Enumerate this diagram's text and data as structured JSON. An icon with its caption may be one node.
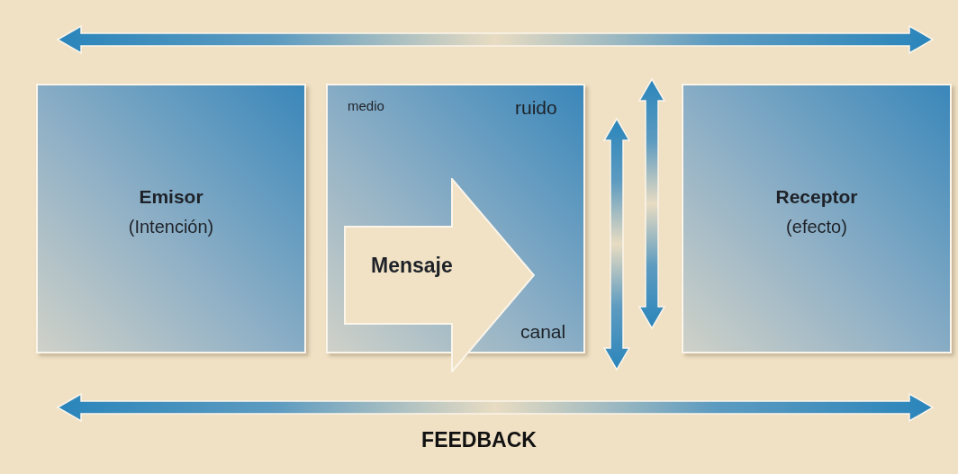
{
  "diagram": {
    "nodes": [
      {
        "text": [
          "Emisor",
          "(Intención)"
        ]
      },
      {
        "text": [
          "medio",
          "ruido",
          "canal"
        ]
      },
      {
        "text": [
          "Mensaje"
        ],
        "in": 1
      },
      {
        "text": [
          "Receptor",
          "(efecto)"
        ]
      }
    ],
    "labels": [
      "FEEDBACK"
    ]
  }
}
